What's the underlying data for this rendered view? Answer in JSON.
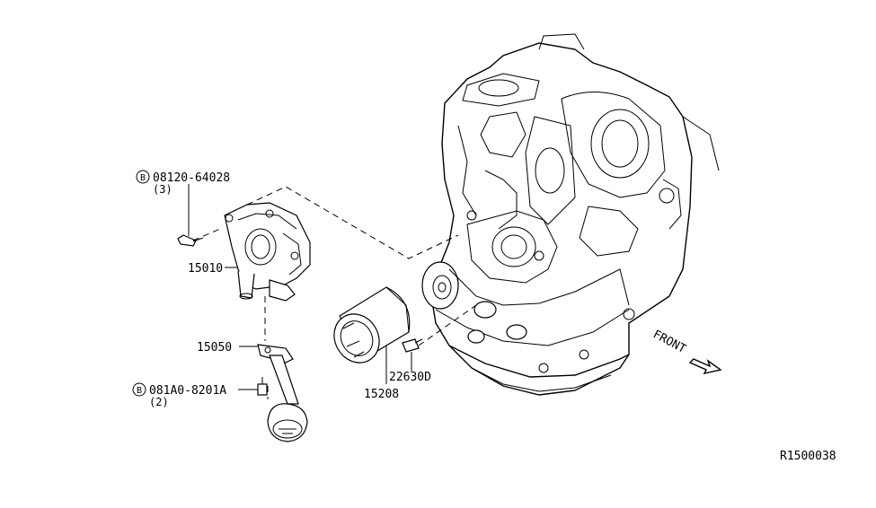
{
  "labels": {
    "bolt_pump": {
      "badge": "B",
      "part": "08120-64028",
      "qty": "(3)"
    },
    "oil_pump": "15010",
    "strainer": "15050",
    "bolt_strainer": {
      "badge": "B",
      "part": "081A0-8201A",
      "qty": "(2)"
    },
    "oil_filter": "15208",
    "sensor": "22630D",
    "front": "FRONT",
    "diagram_id": "R1500038"
  }
}
